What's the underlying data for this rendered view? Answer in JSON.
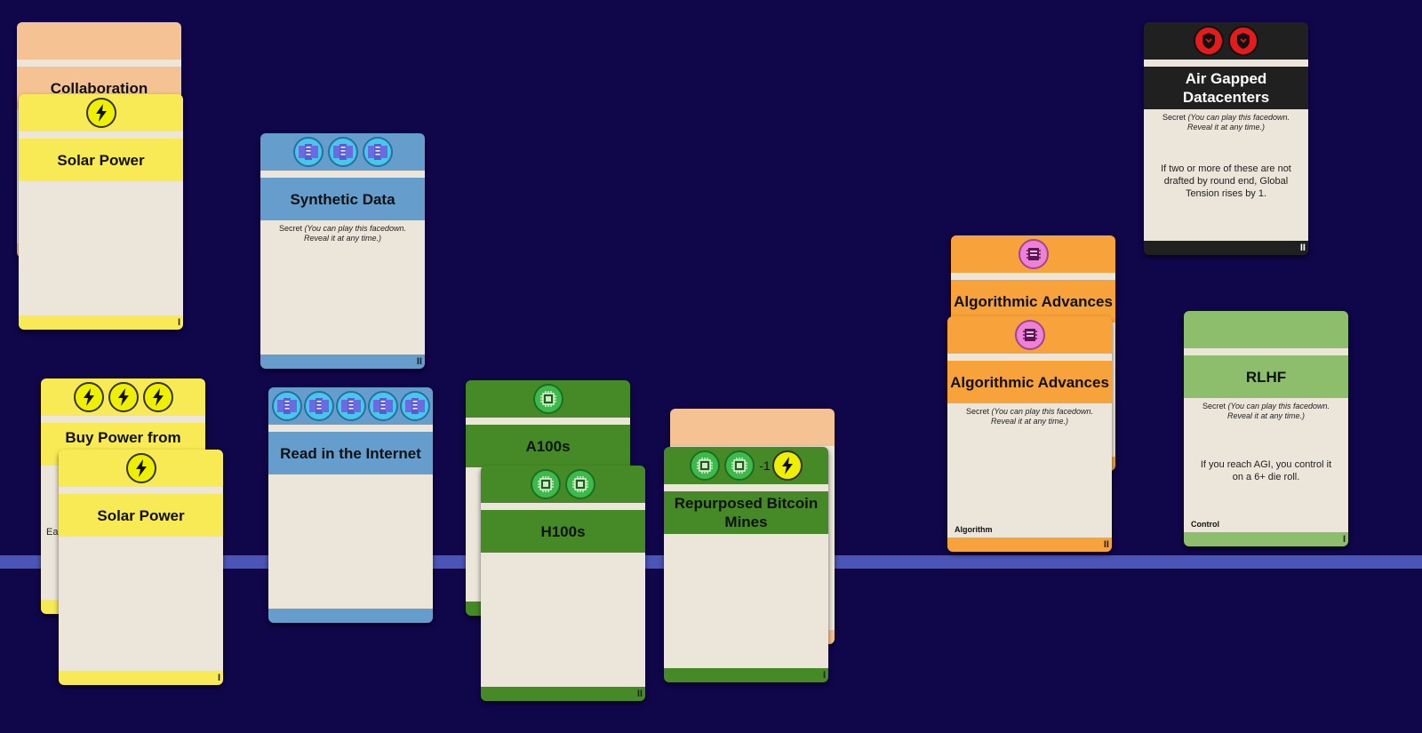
{
  "cards": {
    "collaboration": {
      "title": "Collaboration"
    },
    "solar_power_1": {
      "title": "Solar Power",
      "tick": "I",
      "icon": "power-icon"
    },
    "synthetic_data": {
      "title": "Synthetic Data",
      "tick": "II",
      "icon": "datacenter-icon",
      "secret_label": "Secret",
      "secret_text": "(You can play this facedown. Reveal it at any time.)"
    },
    "buy_power": {
      "title": "Buy Power from",
      "partial_text": "Ea"
    },
    "solar_power_2": {
      "title": "Solar Power",
      "tick": "I",
      "icon": "power-icon"
    },
    "read_internet": {
      "title": "Read in the Internet",
      "icon": "datacenter-icon"
    },
    "a100s": {
      "title": "A100s",
      "icon": "chip-icon"
    },
    "h100s": {
      "title": "H100s",
      "tick": "II",
      "icon": "chip-icon"
    },
    "bitcoin_mines": {
      "title": "Repurposed Bitcoin Mines",
      "tick": "I",
      "modifier": "-1",
      "icon": "chip-icon"
    },
    "algo_back": {
      "title": "Algorithmic Advances",
      "icon": "algorithm-icon"
    },
    "algo_front": {
      "title": "Algorithmic Advances",
      "tick": "II",
      "icon": "algorithm-icon",
      "secret_label": "Secret",
      "secret_text": "(You can play this facedown. Reveal it at any time.)",
      "category": "Algorithm"
    },
    "air_gapped": {
      "title": "Air Gapped Datacenters",
      "tick": "II",
      "icon": "shield-icon",
      "secret_label": "Secret",
      "secret_text": "(You can play this facedown. Reveal it at any time.)",
      "effect": "If two or more of these are not drafted by round end, Global Tension rises by 1."
    },
    "rlhf": {
      "title": "RLHF",
      "tick": "I",
      "icon": "shield-icon",
      "secret_label": "Secret",
      "secret_text": "(You can play this facedown. Reveal it at any time.)",
      "effect": "If you reach AGI, you control it on a 6+ die roll.",
      "category": "Control"
    }
  },
  "colors": {
    "background": "#10064a",
    "table_line": "#4b55b8",
    "yellow": "#f8ea55",
    "peach": "#f4c293",
    "blue": "#659ecc",
    "green": "#458a26",
    "orange": "#f7a23a",
    "black": "#202020",
    "light_green": "#8dbe6c",
    "card_body": "#ebe5da"
  }
}
